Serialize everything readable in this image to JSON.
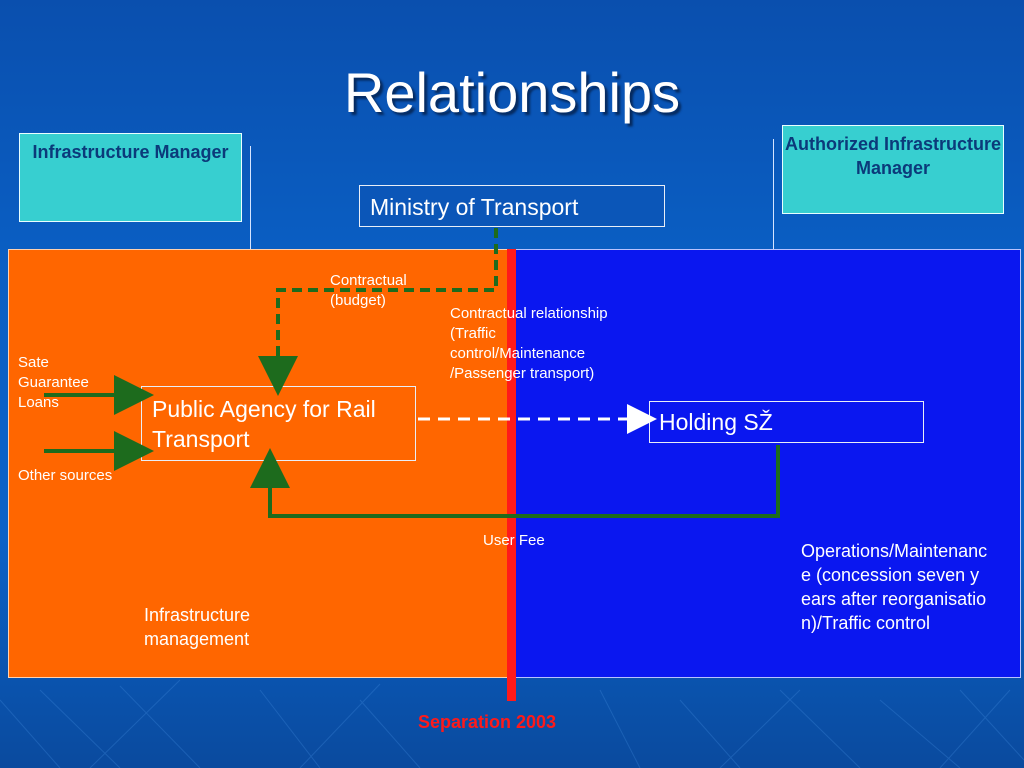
{
  "title": "Relationships",
  "boxes": {
    "infrastructure_manager": "Infrastructure Manager",
    "authorized_infrastructure_manager": "Authorized Infrastructure Manager",
    "ministry": "Ministry of Transport",
    "agency": "Public Agency for Rail Transport",
    "holding": "Holding SŽ"
  },
  "labels": {
    "contractual_budget": "Contractual (budget)",
    "contractual_relationship": "Contractual relationship (Traffic control/Maintenance /Passenger transport)",
    "sate_guarantee": "Sate Guarantee Loans",
    "other_sources": "Other sources",
    "user_fee": "User Fee",
    "infrastructure_management": "Infrastructure management",
    "operations": "Operations/Maintenance (concession seven years after reorganisation)/Traffic control",
    "separation": "Separation 2003"
  },
  "colors": {
    "orange_panel": "#ff6600",
    "blue_panel": "#0a17f0",
    "separator": "#ff1a1a",
    "teal_box": "#37cfd0",
    "arrow_green": "#1d6b1d"
  }
}
